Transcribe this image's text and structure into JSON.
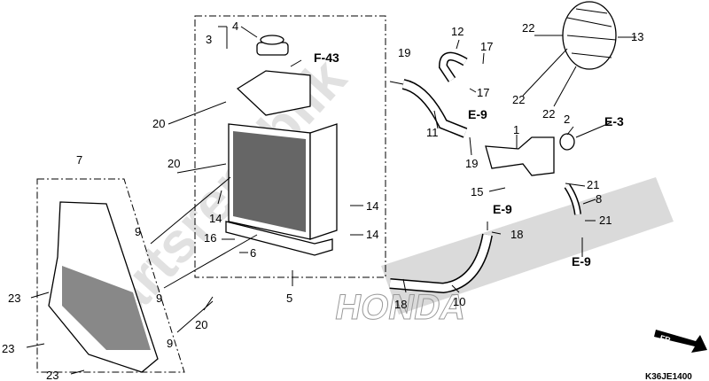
{
  "diagram": {
    "watermark": "Partsrepublik",
    "brand_watermark": "HONDA",
    "diagram_code": "K36JE1400",
    "front_indicator": "FR.",
    "callouts": {
      "c1": "1",
      "c2": "2",
      "c3": "3",
      "c4": "4",
      "c5": "5",
      "c6": "6",
      "c7": "7",
      "c8": "8",
      "c9a": "9",
      "c9b": "9",
      "c9c": "9",
      "c10": "10",
      "c11": "11",
      "c12": "12",
      "c13": "13",
      "c14a": "14",
      "c14b": "14",
      "c14c": "14",
      "c15": "15",
      "c16": "16",
      "c17a": "17",
      "c17b": "17",
      "c18a": "18",
      "c18b": "18",
      "c19a": "19",
      "c19b": "19",
      "c20a": "20",
      "c20b": "20",
      "c20c": "20",
      "c21a": "21",
      "c21b": "21",
      "c22a": "22",
      "c22b": "22",
      "c22c": "22",
      "c23a": "23",
      "c23b": "23",
      "c23c": "23"
    },
    "references": {
      "f43": "F-43",
      "e9a": "E-9",
      "e9b": "E-9",
      "e9c": "E-9",
      "e3": "E-3"
    }
  }
}
